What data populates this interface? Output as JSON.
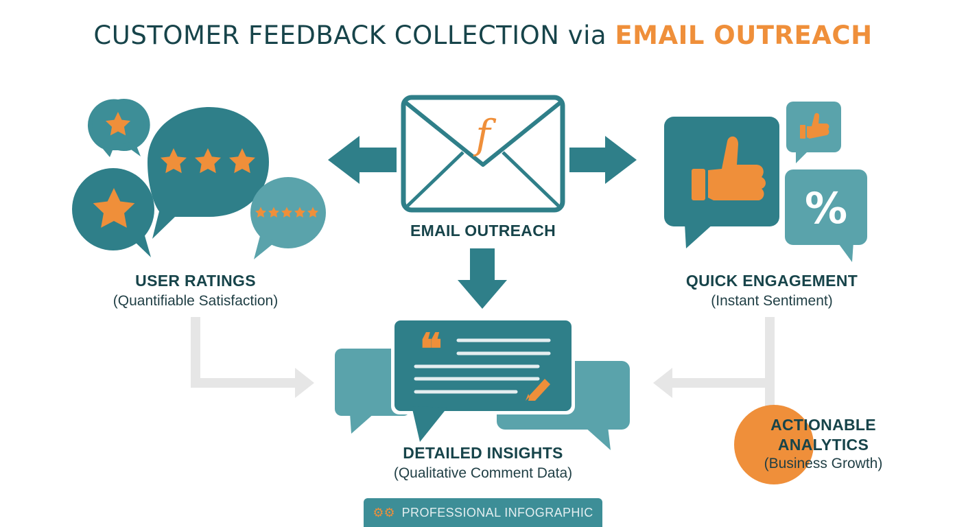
{
  "title": {
    "main": "CUSTOMER FEEDBACK COLLECTION via ",
    "accent": "EMAIL OUTREACH"
  },
  "nodes": {
    "email": {
      "heading": "EMAIL OUTREACH",
      "logo_glyph": "f"
    },
    "ratings": {
      "heading": "USER RATINGS",
      "sub": "(Quantifiable Satisfaction)"
    },
    "engagement": {
      "heading": "QUICK ENGAGEMENT",
      "sub": "(Instant Sentiment)",
      "percent_glyph": "%"
    },
    "insights": {
      "heading": "DETAILED INSIGHTS",
      "sub": "(Qualitative Comment Data)",
      "quote_glyph": "❝"
    },
    "analytics": {
      "heading1": "ACTIONABLE",
      "heading2": "ANALYTICS",
      "sub": "(Business Growth)"
    }
  },
  "footer": {
    "label": "PROFESSIONAL INFOGRAPHIC",
    "icon": "gear-icon"
  },
  "colors": {
    "teal_dark": "#2f7f89",
    "teal": "#3d8e97",
    "teal_light": "#5aa3ab",
    "orange": "#ef8f3a",
    "navy_text": "#17444a",
    "connector_gray": "#e6e6e6"
  }
}
